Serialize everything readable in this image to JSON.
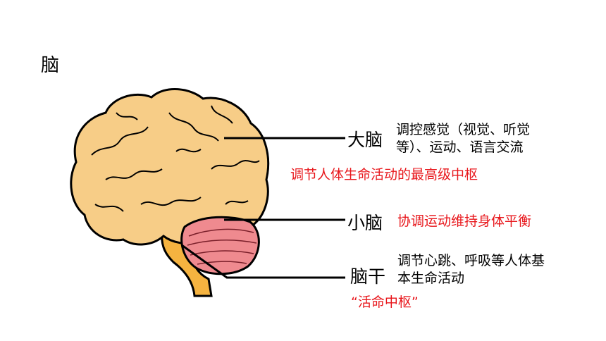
{
  "title": "脑",
  "parts": [
    {
      "name": "大脑",
      "description_lines": [
        "调控感觉（视觉、听觉",
        "等）、运动、语言交流"
      ],
      "note": "调节人体生命活动的最高级中枢"
    },
    {
      "name": "小脑",
      "note": "协调运动维持身体平衡"
    },
    {
      "name": "脑干",
      "description_lines": [
        "调节心跳、呼吸等人体基",
        "本生命活动"
      ],
      "note": "“活命中枢”"
    }
  ],
  "colors": {
    "cerebrum": "#f7cd87",
    "cerebellum": "#ef8a8f",
    "brainstem": "#f5b340",
    "outline": "#000000",
    "note_red": "#e8171c"
  }
}
